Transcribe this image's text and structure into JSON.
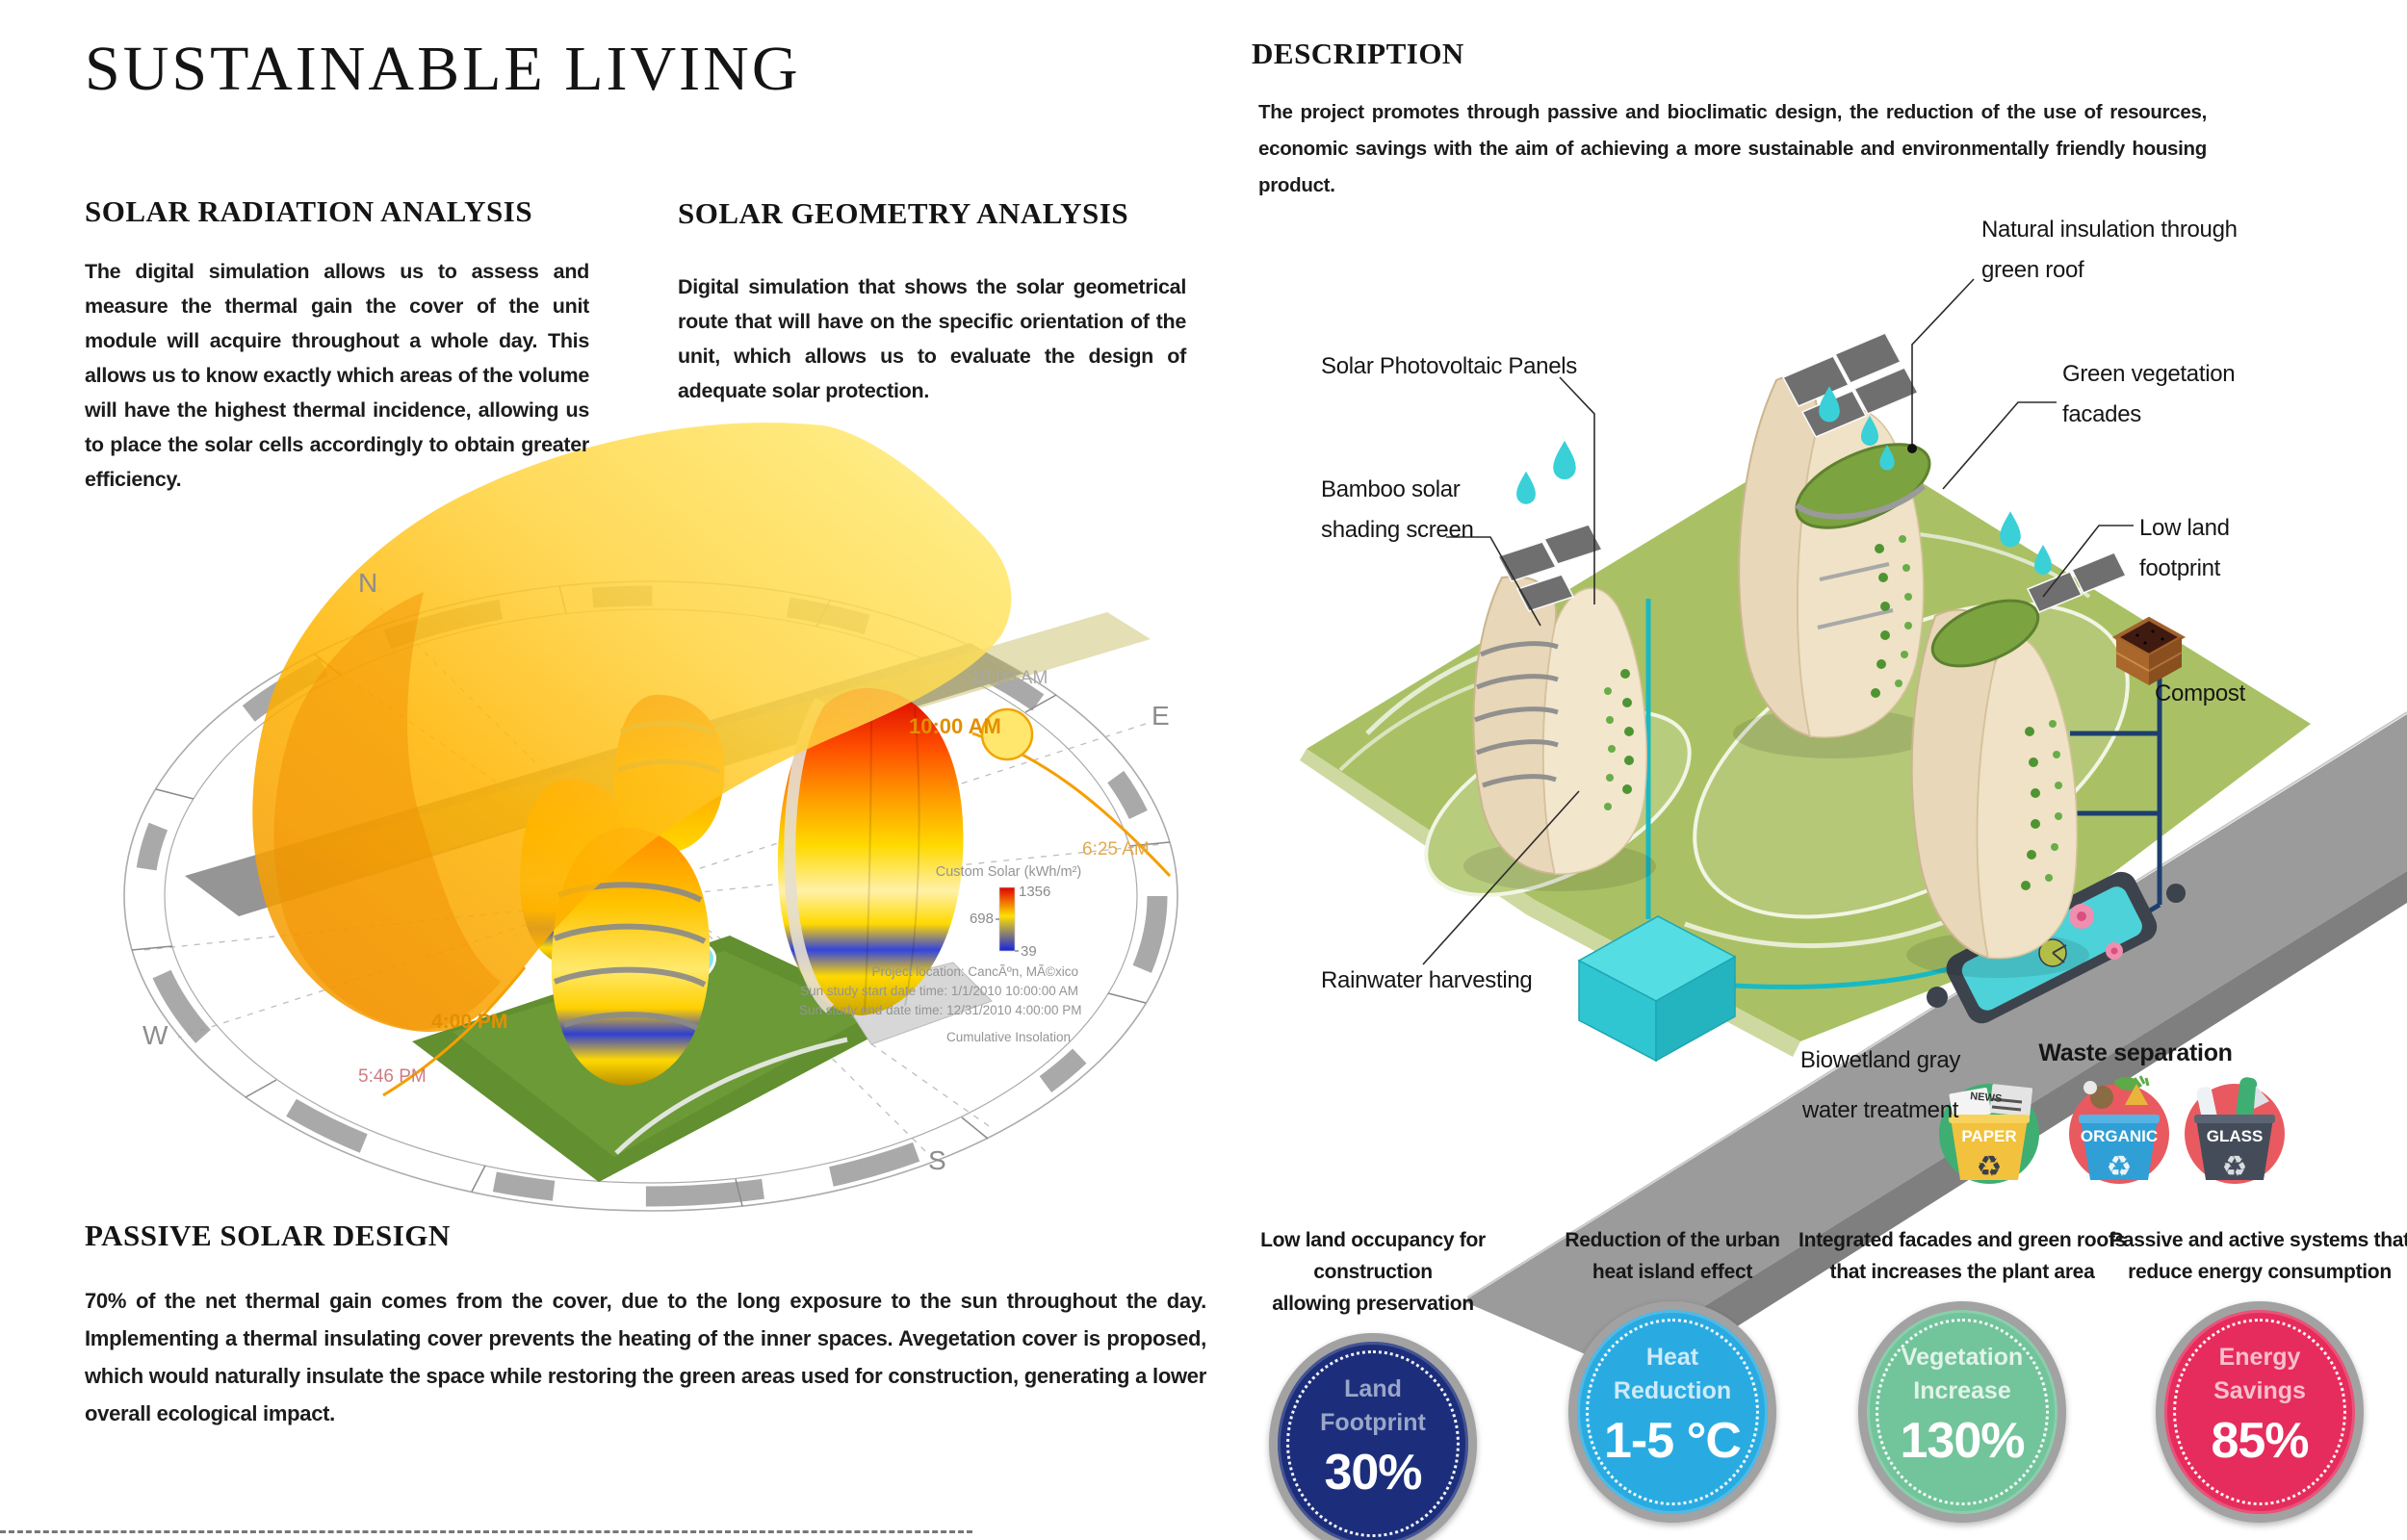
{
  "page": {
    "title": "SUSTAINABLE LIVING"
  },
  "sections": {
    "radiation": {
      "heading": "SOLAR RADIATION ANALYSIS",
      "body": "The digital simulation allows us to assess and measure the thermal gain the cover of the unit module will acquire throughout a whole day. This allows us to know exactly which areas of the volume will have the highest thermal incidence, allowing us to place the solar cells accordingly to obtain greater efficiency."
    },
    "geometry": {
      "heading": "SOLAR GEOMETRY ANALYSIS",
      "body": "Digital simulation that shows the solar geometrical route that will have on the specific orientation of the unit, which allows us to evaluate the design of adequate solar protection."
    },
    "passive": {
      "heading": "PASSIVE SOLAR DESIGN",
      "body": "70% of the net thermal gain comes from the cover, due to the long exposure to the sun throughout the day. Implementing a thermal insulating cover prevents the heating of the inner spaces. Avegetation cover is proposed, which would naturally insulate the space while restoring the green areas used for construction, generating a lower overall ecological impact."
    },
    "description": {
      "heading": "DESCRIPTION",
      "body": "The project promotes through passive and bioclimatic design, the reduction of the use of resources, economic savings with the aim of achieving a more sustainable and environmentally friendly housing product."
    }
  },
  "sun_diagram": {
    "compass": {
      "n": "N",
      "e": "E",
      "w": "W",
      "s": "S"
    },
    "times": {
      "t10_outer": "10:00 AM",
      "t10_sun": "10:00 AM",
      "t625": "6:25 AM",
      "t4pm": "4:00 PM",
      "t546": "5:46 PM"
    },
    "legend": {
      "title": "Custom Solar (kWh/m²)",
      "max": "1356",
      "mid": "698",
      "min": "39",
      "location": "Project location: CancÃºn, MÃ©xico",
      "start": "Sun study start date time: 1/1/2010 10:00:00 AM",
      "end": "Sun study end date time: 12/31/2010 4:00:00 PM",
      "footer": "Cumulative Insolation"
    }
  },
  "eco_diagram": {
    "callouts": {
      "natural_line1": "Natural insulation through",
      "natural_line2": "green roof",
      "solar_pv": "Solar Photovoltaic Panels",
      "bamboo_line1": "Bamboo solar",
      "bamboo_line2": "shading screen",
      "green_veg_line1": "Green vegetation",
      "green_veg_line2": "facades",
      "low_land_line1": "Low land",
      "low_land_line2": "footprint",
      "compost": "Compost",
      "rainwater": "Rainwater harvesting",
      "biowetland_line1": "Biowetland gray",
      "biowetland_line2": "water treatment"
    },
    "waste": {
      "heading": "Waste separation",
      "recycle_glyph": "♻",
      "bins": [
        {
          "label": "PAPER",
          "tag": "NEWS",
          "circle_color": "#3fae72",
          "bin_color": "#f2c23e"
        },
        {
          "label": "ORGANIC",
          "circle_color": "#e85a5f",
          "bin_color": "#2f9fd6"
        },
        {
          "label": "GLASS",
          "circle_color": "#e85a5f",
          "bin_color": "#454c59"
        }
      ]
    }
  },
  "stats": [
    {
      "caption1": "Low land occupancy for construction",
      "caption2": "allowing preservation",
      "word1": "Land",
      "word2": "Footprint",
      "value": "30%",
      "color": "#1c2e7b",
      "label_color": "#9aa6c9"
    },
    {
      "caption1": "Reduction of the urban",
      "caption2": "heat island effect",
      "word1": "Heat",
      "word2": "Reduction",
      "value": "1-5 °C",
      "color": "#29abe2",
      "label_color": "#cfeaf8"
    },
    {
      "caption1": "Integrated facades and green roofs",
      "caption2": "that increases the plant area",
      "word1": "Vegetation",
      "word2": "Increase",
      "value": "130%",
      "color": "#72c49b",
      "label_color": "#e2f3ea"
    },
    {
      "caption1": "Passive and active systems that",
      "caption2": "reduce energy consumption",
      "word1": "Energy",
      "word2": "Savings",
      "value": "85%",
      "color": "#e62c5c",
      "label_color": "#f6bfce"
    }
  ]
}
